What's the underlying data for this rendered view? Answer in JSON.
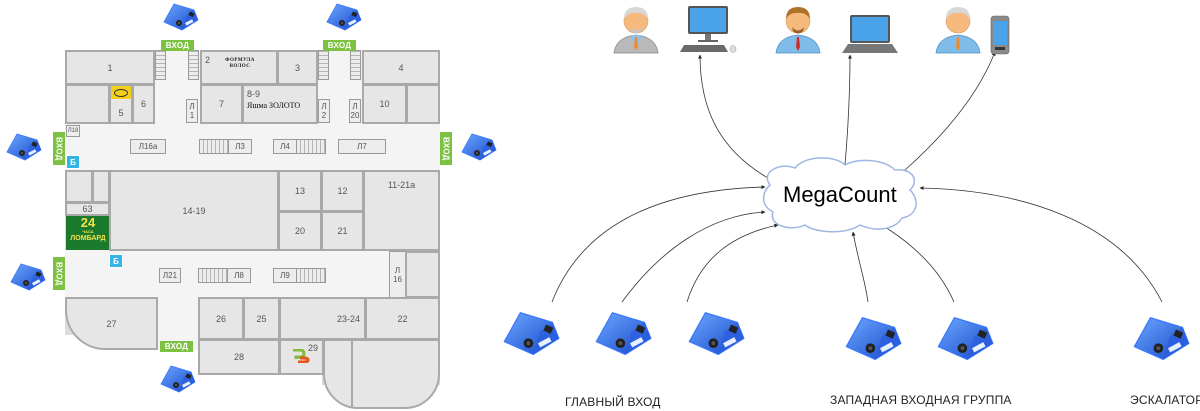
{
  "map": {
    "entrance_label": "ВХОД",
    "b_marker": "Б",
    "rooms": {
      "r1": "1",
      "r2": "2",
      "r3": "3",
      "r4": "4",
      "r5": "5",
      "r6": "6",
      "r7": "7",
      "r89": "8-9",
      "r10": "10",
      "r1121a": "11-21а",
      "r12": "12",
      "r13": "13",
      "r1419": "14-19",
      "r20": "20",
      "r21": "21",
      "r22": "22",
      "r2324": "23-24",
      "r25": "25",
      "r26": "26",
      "r27": "27",
      "r28": "28",
      "r29": "29",
      "r63": "63",
      "r18": "Л18"
    },
    "lifts": {
      "l1": "Л 1",
      "l2": "Л 2",
      "l20": "Л 20",
      "l16": "Л 16",
      "l16a": "Л16а",
      "l3": "Л3",
      "l4": "Л4",
      "l7": "Л7",
      "l21": "Л21",
      "l8": "Л8",
      "l9": "Л9"
    },
    "stores": {
      "formula": "ФОРМУЛА ВОЛОС",
      "yashma": "Яшма ЗОЛОТО",
      "lombard_hours": "24",
      "lombard_sub": "ЧАСА",
      "lombard_name": "ЛОМБАРД"
    }
  },
  "diagram": {
    "hub_label": "MegaCount",
    "clients": [
      {
        "person": "manager-grey-suit",
        "device": "desktop-computer"
      },
      {
        "person": "manager-red-tie",
        "device": "laptop"
      },
      {
        "person": "manager-orange-tie",
        "device": "smartphone"
      }
    ],
    "groups": [
      {
        "label": "ГЛАВНЫЙ ВХОД",
        "sensors": 3
      },
      {
        "label": "ЗАПАДНАЯ ВХОДНАЯ ГРУППА",
        "sensors": 2
      },
      {
        "label": "ЭСКАЛАТОР",
        "sensors": 1
      }
    ],
    "colors": {
      "sensor_blue": "#2f6fe6",
      "entrance_green": "#7dc142",
      "cloud_stroke": "#9fb6e3"
    }
  }
}
